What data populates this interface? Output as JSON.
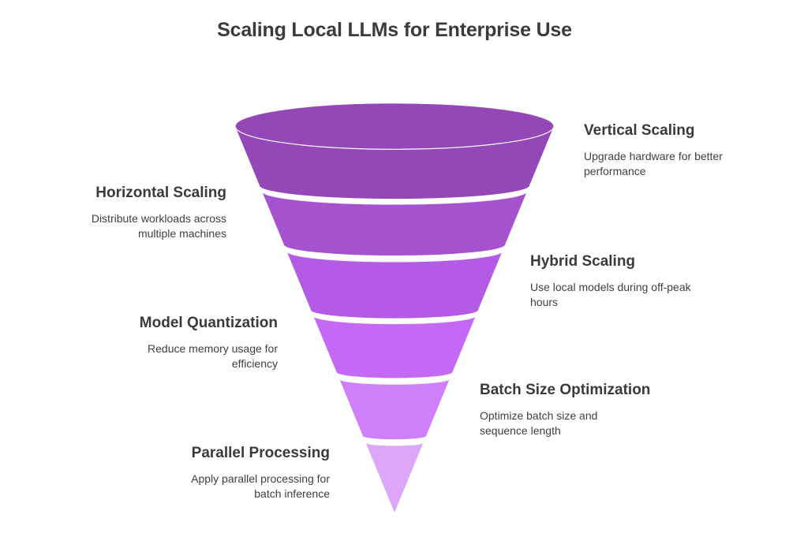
{
  "title": "Scaling Local LLMs for Enterprise Use",
  "stages": [
    {
      "heading": "Vertical Scaling",
      "description": "Upgrade hardware for better performance",
      "color": "#9448B8",
      "side": "right"
    },
    {
      "heading": "Horizontal Scaling",
      "description": "Distribute workloads across multiple machines",
      "color": "#A552CF",
      "side": "left"
    },
    {
      "heading": "Hybrid Scaling",
      "description": "Use local models during off-peak hours",
      "color": "#B35BE5",
      "side": "right"
    },
    {
      "heading": "Model Quantization",
      "description": "Reduce memory usage for efficiency",
      "color": "#C469F4",
      "side": "left"
    },
    {
      "heading": "Batch Size Optimization",
      "description": "Optimize batch size and sequence length",
      "color": "#D07FFA",
      "side": "right"
    },
    {
      "heading": "Parallel Processing",
      "description": "Apply parallel processing for batch inference",
      "color": "#DDA6F8",
      "side": "left"
    }
  ]
}
